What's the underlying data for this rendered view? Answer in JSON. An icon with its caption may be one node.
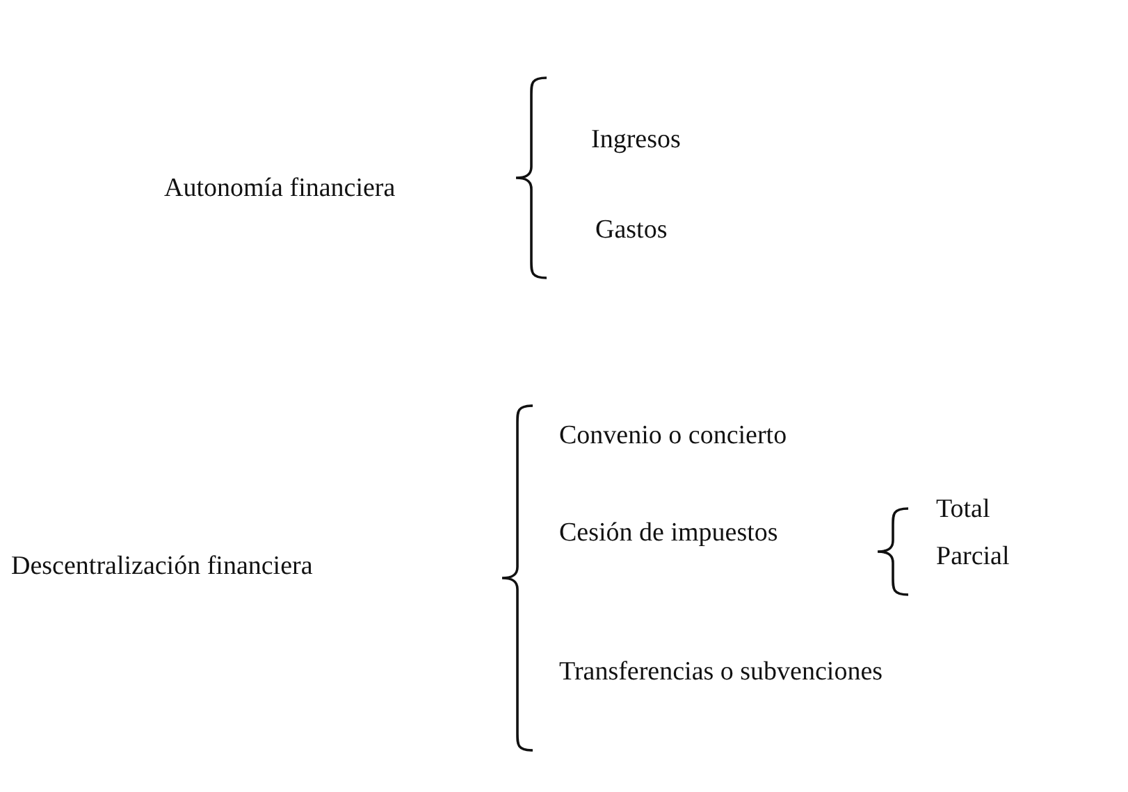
{
  "diagram": {
    "labels": [
      "Autonomía financiera",
      "Ingresos",
      "Gastos",
      "Convenio o concierto",
      "Cesión de impuestos",
      "Total",
      "Parcial",
      "Descentralización financiera",
      "Transferencias o subvenciones"
    ]
  }
}
